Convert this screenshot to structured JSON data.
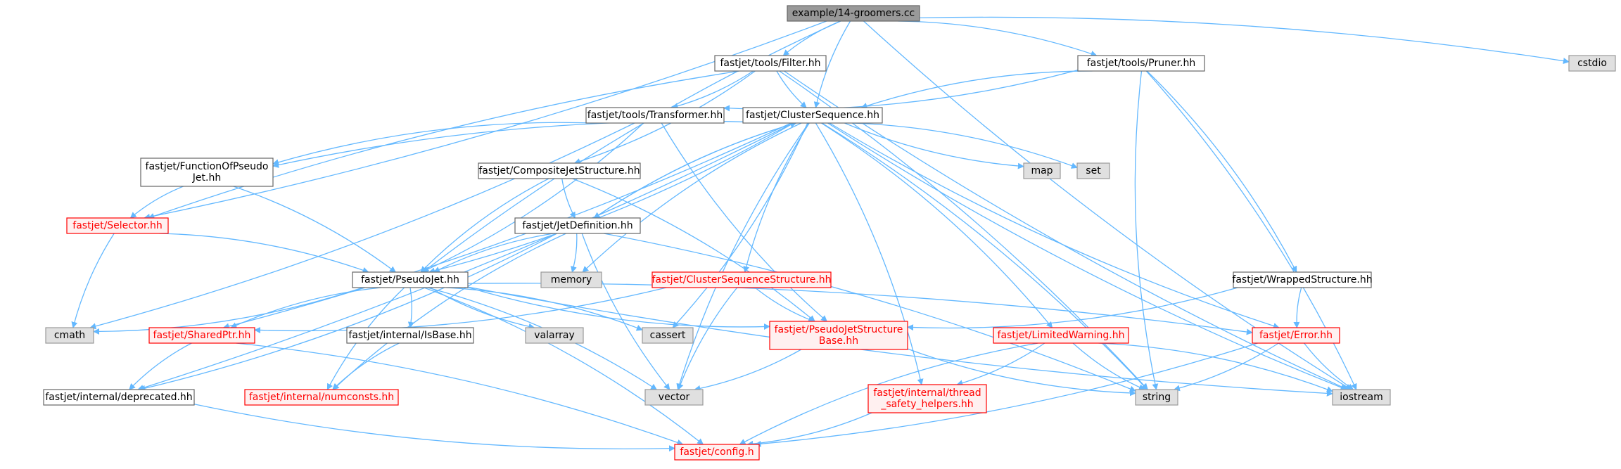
{
  "diagram": {
    "type": "include-dependency-graph",
    "colors": {
      "edge": "#63b8ff",
      "root_fill": "#999999",
      "file_fill": "#ffffff",
      "file_stroke": "#666666",
      "system_fill": "#e0e0e0",
      "system_stroke": "#999999",
      "missing_stroke": "#ff0000",
      "missing_fill": "#fff0f0",
      "missing_text": "#ff0000"
    },
    "nodes": [
      {
        "id": "root",
        "kind": "root",
        "lines": [
          "example/14-groomers.cc"
        ]
      },
      {
        "id": "filter",
        "kind": "file",
        "lines": [
          "fastjet/tools/Filter.hh"
        ]
      },
      {
        "id": "pruner",
        "kind": "file",
        "lines": [
          "fastjet/tools/Pruner.hh"
        ]
      },
      {
        "id": "cstdio",
        "kind": "system",
        "lines": [
          "cstdio"
        ]
      },
      {
        "id": "transformer",
        "kind": "file",
        "lines": [
          "fastjet/tools/Transformer.hh"
        ]
      },
      {
        "id": "clusterseq",
        "kind": "file",
        "lines": [
          "fastjet/ClusterSequence.hh"
        ]
      },
      {
        "id": "funcofpj",
        "kind": "file",
        "lines": [
          "fastjet/FunctionOfPseudo",
          "Jet.hh"
        ]
      },
      {
        "id": "compositejs",
        "kind": "file",
        "lines": [
          "fastjet/CompositeJetStructure.hh"
        ]
      },
      {
        "id": "map",
        "kind": "system",
        "lines": [
          "map"
        ]
      },
      {
        "id": "set",
        "kind": "system",
        "lines": [
          "set"
        ]
      },
      {
        "id": "selector",
        "kind": "missing",
        "lines": [
          "fastjet/Selector.hh"
        ]
      },
      {
        "id": "jetdef",
        "kind": "file",
        "lines": [
          "fastjet/JetDefinition.hh"
        ]
      },
      {
        "id": "memory",
        "kind": "system",
        "lines": [
          "memory"
        ]
      },
      {
        "id": "csstructure",
        "kind": "missing",
        "lines": [
          "fastjet/ClusterSequenceStructure.hh"
        ]
      },
      {
        "id": "wrapped",
        "kind": "file",
        "lines": [
          "fastjet/WrappedStructure.hh"
        ]
      },
      {
        "id": "pseudojet",
        "kind": "file",
        "lines": [
          "fastjet/PseudoJet.hh"
        ]
      },
      {
        "id": "cmath",
        "kind": "system",
        "lines": [
          "cmath"
        ]
      },
      {
        "id": "sharedptr",
        "kind": "missing",
        "lines": [
          "fastjet/SharedPtr.hh"
        ]
      },
      {
        "id": "isbase",
        "kind": "file",
        "lines": [
          "fastjet/internal/IsBase.hh"
        ]
      },
      {
        "id": "valarray",
        "kind": "system",
        "lines": [
          "valarray"
        ]
      },
      {
        "id": "cassert",
        "kind": "system",
        "lines": [
          "cassert"
        ]
      },
      {
        "id": "pjsbase",
        "kind": "missing",
        "lines": [
          "fastjet/PseudoJetStructure",
          "Base.hh"
        ]
      },
      {
        "id": "limitedwarn",
        "kind": "missing",
        "lines": [
          "fastjet/LimitedWarning.hh"
        ]
      },
      {
        "id": "error",
        "kind": "missing",
        "lines": [
          "fastjet/Error.hh"
        ]
      },
      {
        "id": "deprecated",
        "kind": "file",
        "lines": [
          "fastjet/internal/deprecated.hh"
        ]
      },
      {
        "id": "numconsts",
        "kind": "missing",
        "lines": [
          "fastjet/internal/numconsts.hh"
        ]
      },
      {
        "id": "vector",
        "kind": "system",
        "lines": [
          "vector"
        ]
      },
      {
        "id": "threadsafe",
        "kind": "missing",
        "lines": [
          "fastjet/internal/thread",
          "_safety_helpers.hh"
        ]
      },
      {
        "id": "string",
        "kind": "system",
        "lines": [
          "string"
        ]
      },
      {
        "id": "iostream",
        "kind": "system",
        "lines": [
          "iostream"
        ]
      },
      {
        "id": "config",
        "kind": "missing",
        "lines": [
          "fastjet/config.h"
        ]
      }
    ],
    "edges": [
      [
        "root",
        "filter"
      ],
      [
        "root",
        "pruner"
      ],
      [
        "root",
        "clusterseq"
      ],
      [
        "root",
        "selector"
      ],
      [
        "root",
        "pseudojet"
      ],
      [
        "root",
        "cstdio"
      ],
      [
        "root",
        "iostream"
      ],
      [
        "filter",
        "transformer"
      ],
      [
        "filter",
        "clusterseq"
      ],
      [
        "filter",
        "compositejs"
      ],
      [
        "filter",
        "selector"
      ],
      [
        "filter",
        "string"
      ],
      [
        "filter",
        "iostream"
      ],
      [
        "pruner",
        "transformer"
      ],
      [
        "pruner",
        "clusterseq"
      ],
      [
        "pruner",
        "wrapped"
      ],
      [
        "pruner",
        "string"
      ],
      [
        "pruner",
        "iostream"
      ],
      [
        "transformer",
        "funcofpj"
      ],
      [
        "transformer",
        "pseudojet"
      ],
      [
        "transformer",
        "pjsbase"
      ],
      [
        "transformer",
        "cmath"
      ],
      [
        "clusterseq",
        "funcofpj"
      ],
      [
        "clusterseq",
        "pseudojet"
      ],
      [
        "clusterseq",
        "jetdef"
      ],
      [
        "clusterseq",
        "sharedptr"
      ],
      [
        "clusterseq",
        "csstructure"
      ],
      [
        "clusterseq",
        "limitedwarn"
      ],
      [
        "clusterseq",
        "error"
      ],
      [
        "clusterseq",
        "threadsafe"
      ],
      [
        "clusterseq",
        "map"
      ],
      [
        "clusterseq",
        "set"
      ],
      [
        "clusterseq",
        "memory"
      ],
      [
        "clusterseq",
        "cassert"
      ],
      [
        "clusterseq",
        "vector"
      ],
      [
        "clusterseq",
        "string"
      ],
      [
        "clusterseq",
        "iostream"
      ],
      [
        "clusterseq",
        "deprecated"
      ],
      [
        "funcofpj",
        "selector"
      ],
      [
        "funcofpj",
        "pseudojet"
      ],
      [
        "compositejs",
        "jetdef"
      ],
      [
        "compositejs",
        "pjsbase"
      ],
      [
        "compositejs",
        "pseudojet"
      ],
      [
        "selector",
        "pseudojet"
      ],
      [
        "selector",
        "cmath"
      ],
      [
        "jetdef",
        "clusterseq"
      ],
      [
        "jetdef",
        "pseudojet"
      ],
      [
        "jetdef",
        "memory"
      ],
      [
        "jetdef",
        "vector"
      ],
      [
        "jetdef",
        "string"
      ],
      [
        "jetdef",
        "numconsts"
      ],
      [
        "jetdef",
        "deprecated"
      ],
      [
        "csstructure",
        "pjsbase"
      ],
      [
        "csstructure",
        "sharedptr"
      ],
      [
        "csstructure",
        "vector"
      ],
      [
        "wrapped",
        "pjsbase"
      ],
      [
        "wrapped",
        "error"
      ],
      [
        "pseudojet",
        "cmath"
      ],
      [
        "pseudojet",
        "sharedptr"
      ],
      [
        "pseudojet",
        "isbase"
      ],
      [
        "pseudojet",
        "valarray"
      ],
      [
        "pseudojet",
        "cassert"
      ],
      [
        "pseudojet",
        "pjsbase"
      ],
      [
        "pseudojet",
        "error"
      ],
      [
        "pseudojet",
        "numconsts"
      ],
      [
        "pseudojet",
        "vector"
      ],
      [
        "pseudojet",
        "iostream"
      ],
      [
        "pseudojet",
        "config"
      ],
      [
        "sharedptr",
        "deprecated"
      ],
      [
        "sharedptr",
        "config"
      ],
      [
        "isbase",
        "numconsts"
      ],
      [
        "pjsbase",
        "vector"
      ],
      [
        "pjsbase",
        "string"
      ],
      [
        "limitedwarn",
        "threadsafe"
      ],
      [
        "limitedwarn",
        "string"
      ],
      [
        "limitedwarn",
        "iostream"
      ],
      [
        "limitedwarn",
        "config"
      ],
      [
        "error",
        "string"
      ],
      [
        "error",
        "iostream"
      ],
      [
        "error",
        "config"
      ],
      [
        "deprecated",
        "config"
      ],
      [
        "threadsafe",
        "config"
      ]
    ]
  }
}
